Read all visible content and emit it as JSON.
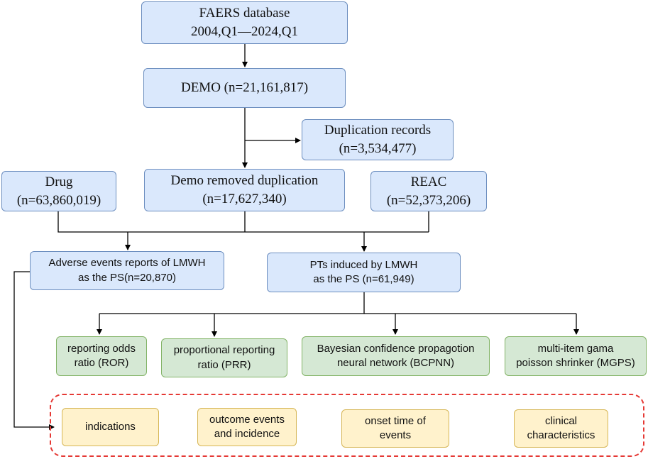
{
  "nodes": {
    "faers": {
      "lines": [
        "FAERS database",
        "2004,Q1—2024,Q1"
      ]
    },
    "demo": {
      "lines": [
        "DEMO (n=21,161,817)"
      ]
    },
    "duplication": {
      "lines": [
        "Duplication records",
        "(n=3,534,477)"
      ]
    },
    "drug": {
      "lines": [
        "Drug",
        "(n=63,860,019)"
      ]
    },
    "demo_removed": {
      "lines": [
        "Demo removed duplication",
        "(n=17,627,340)"
      ]
    },
    "reac": {
      "lines": [
        "REAC",
        "(n=52,373,206)"
      ]
    },
    "adverse_events": {
      "lines": [
        "Adverse events reports of LMWH",
        "as the PS(n=20,870)"
      ]
    },
    "pts_induced": {
      "lines": [
        "PTs induced by LMWH",
        "as the PS (n=61,949)"
      ]
    },
    "ror": {
      "lines": [
        "reporting odds",
        "ratio (ROR)"
      ]
    },
    "prr": {
      "lines": [
        "proportional reporting",
        "ratio (PRR)"
      ]
    },
    "bcpnn": {
      "lines": [
        "Bayesian confidence propagotion",
        "neural network (BCPNN)"
      ]
    },
    "mgps": {
      "lines": [
        "multi-item gama",
        "poisson shrinker (MGPS)"
      ]
    },
    "indications": {
      "lines": [
        "indications"
      ]
    },
    "outcome": {
      "lines": [
        "outcome events",
        "and incidence"
      ]
    },
    "onset": {
      "lines": [
        "onset time of",
        "events"
      ]
    },
    "clinical": {
      "lines": [
        "clinical",
        "characteristics"
      ]
    }
  },
  "colors": {
    "blue_fill": "#dae8fc",
    "blue_stroke": "#6c8ebf",
    "green_fill": "#d5e8d4",
    "green_stroke": "#82b366",
    "yellow_fill": "#fff2cc",
    "yellow_stroke": "#d6b656",
    "dashed_border": "#e53935",
    "connector": "#000000"
  }
}
